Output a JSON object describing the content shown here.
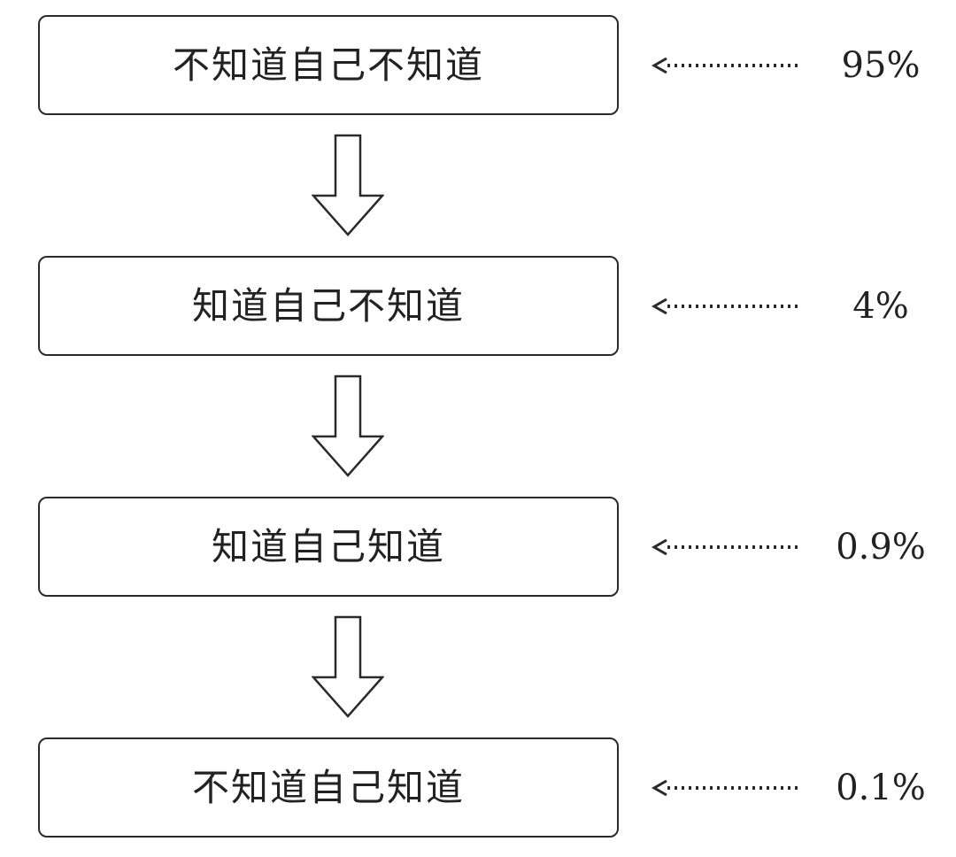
{
  "levels": [
    {
      "label": "不知道自己不知道",
      "percent": "95%"
    },
    {
      "label": "知道自己不知道",
      "percent": "4%"
    },
    {
      "label": "知道自己知道",
      "percent": "0.9%"
    },
    {
      "label": "不知道自己知道",
      "percent": "0.1%"
    }
  ],
  "colors": {
    "stroke": "#2a2a2a",
    "text": "#222222",
    "background": "#ffffff"
  },
  "icons": {
    "down_arrow": "hollow-down-arrow-icon",
    "pointer_arrow": "dotted-left-arrow-icon"
  }
}
